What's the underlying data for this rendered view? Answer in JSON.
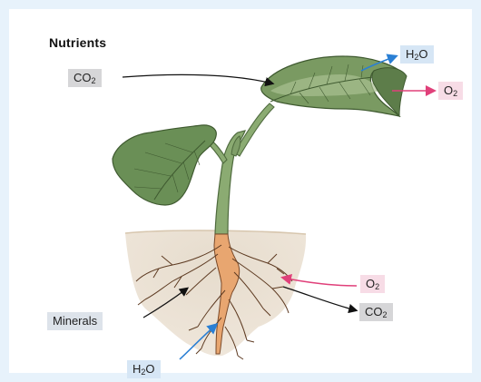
{
  "title": "Nutrients",
  "labels": {
    "co2_top": {
      "main": "CO",
      "sub": "2"
    },
    "h2o_top": {
      "a": "H",
      "sub": "2",
      "b": "O"
    },
    "o2_top": {
      "main": "O",
      "sub": "2"
    },
    "o2_root": {
      "main": "O",
      "sub": "2"
    },
    "co2_root": {
      "main": "CO",
      "sub": "2"
    },
    "minerals": "Minerals",
    "h2o_root": {
      "a": "H",
      "sub": "2",
      "b": "O"
    }
  },
  "colors": {
    "leaf": "#6a8f56",
    "leaf_light": "#a7bf92",
    "stem": "#7f9e68",
    "soil": "#e3d6c4",
    "root": "#e8a670",
    "root_dark": "#5e3b22",
    "arrow_black": "#111111",
    "arrow_blue": "#2a7fd4",
    "arrow_pink": "#e0407a",
    "frame": "#e7f2fb"
  }
}
